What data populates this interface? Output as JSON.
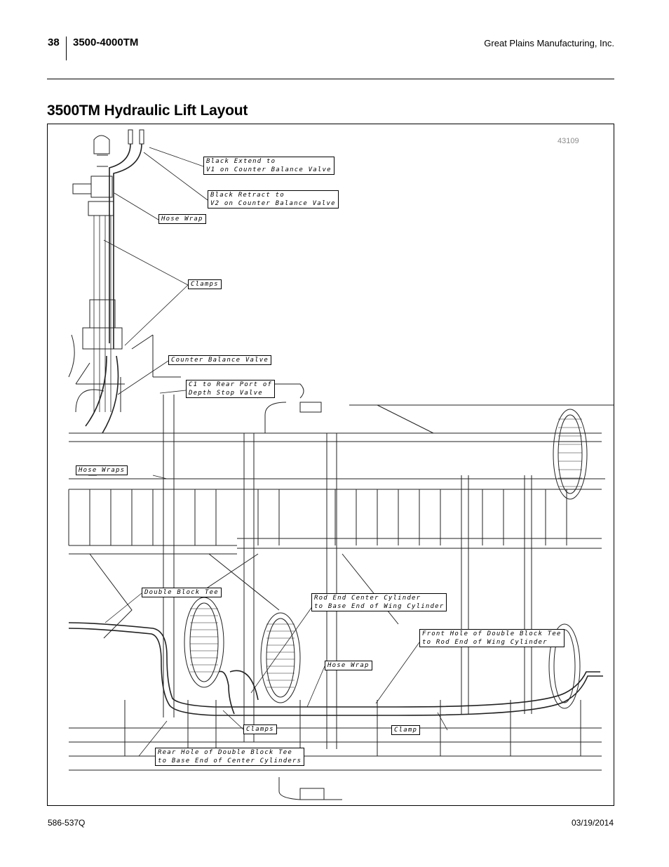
{
  "header": {
    "page_number": "38",
    "document_title": "3500-4000TM",
    "company": "Great Plains Manufacturing, Inc."
  },
  "section_title": "3500TM Hydraulic Lift Layout",
  "figure": {
    "figure_number": "43109",
    "callouts": {
      "black_extend": "Black Extend to\nV1 on Counter Balance Valve",
      "black_retract": "Black Retract to\nV2 on Counter Balance Valve",
      "hose_wrap_top": "Hose Wrap",
      "clamps_top": "Clamps",
      "counter_balance_valve": "Counter Balance Valve",
      "c1_rear_port": "C1 to Rear Port of\nDepth Stop Valve",
      "hose_wraps": "Hose Wraps",
      "double_block_tee": "Double Block Tee",
      "rod_end_center": "Rod End Center Cylinder\nto Base End of Wing Cylinder",
      "front_hole": "Front Hole of Double Block Tee\nto Rod End of Wing Cylinder",
      "hose_wrap_bottom": "Hose Wrap",
      "clamps_bottom": "Clamps",
      "clamp": "Clamp",
      "rear_hole": "Rear Hole of Double Block Tee\nto Base End of Center Cylinders"
    }
  },
  "footer": {
    "document_code": "586-537Q",
    "date": "03/19/2014"
  }
}
